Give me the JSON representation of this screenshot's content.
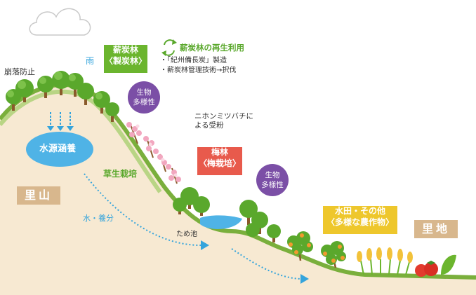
{
  "labels": {
    "rain": "雨",
    "landslide_prevention": "崩落防止",
    "water_conservation": "水源涵養",
    "satoyama": "里山",
    "satochi": "里地",
    "grass_cultivation": "草生栽培",
    "water_nutrients": "水・養分",
    "pond": "ため池",
    "bee_pollination": "ニホンミツバチに\nよる受粉",
    "biodiversity_1": "生物\n多様性",
    "biodiversity_2": "生物\n多様性"
  },
  "charcoal_forest": {
    "title": "薪炭林\n〈製炭林〉",
    "reuse": "薪炭林の再生利用",
    "bullets": [
      "・「紀州備長炭」製造",
      "・薪炭林管理技術→択伐"
    ]
  },
  "ume_forest": {
    "title": "梅林\n〈梅栽培〉"
  },
  "paddy": {
    "title": "水田・その他\n〈多様な農作物〉"
  },
  "colors": {
    "hill_grass": "#7aaf3c",
    "soil": "#f7e9d2",
    "water": "#4fb3e6",
    "charcoal_box": "#6bb52e",
    "ume_box": "#e85a4c",
    "paddy_box": "#eec72c",
    "biodiversity": "#7b4fa6",
    "place_tag": "#d8b78d"
  },
  "icons": [
    "cloud-icon",
    "recycle-icon",
    "tree-icon",
    "ume-blossom-icon",
    "orange-tree-icon",
    "rice-icon",
    "tomato-icon",
    "rain-arrow-icon",
    "water-flow-arrow-icon"
  ]
}
